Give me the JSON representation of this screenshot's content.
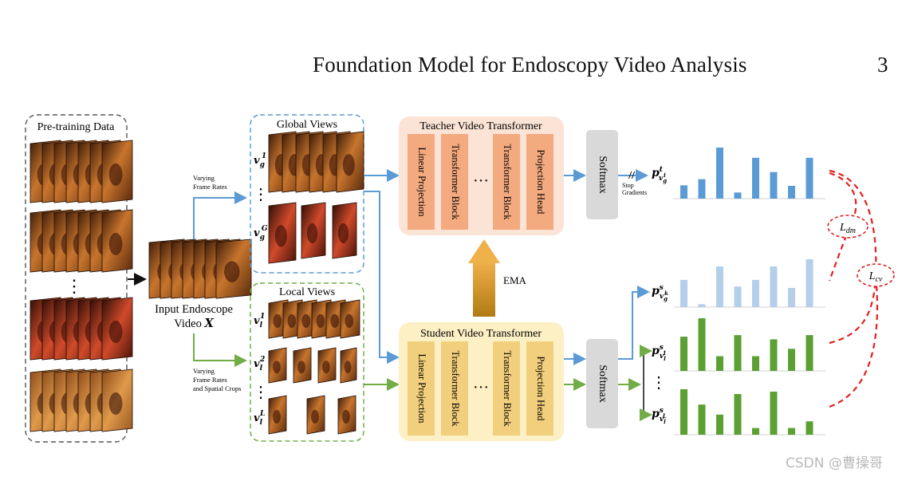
{
  "header": {
    "running_title": "Foundation Model for Endoscopy Video Analysis",
    "page_number": "3"
  },
  "pretraining": {
    "title": "Pre-training Data",
    "ellipsis": "⋮"
  },
  "input": {
    "line1": "Input Endoscope",
    "line2": "Video",
    "symbol": "X"
  },
  "global_views": {
    "title": "Global Views",
    "annotation_line1": "Varying",
    "annotation_line2": "Frame Rates",
    "v1_base": "v",
    "v1_sub": "g",
    "v1_sup": "1",
    "v2_base": "v",
    "v2_sub": "g",
    "v2_sup": "G",
    "ellipsis": "⋮"
  },
  "local_views": {
    "title": "Local Views",
    "annotation_line1": "Varying",
    "annotation_line2": "Frame Rates",
    "annotation_line3": "and Spatial Crops",
    "v1_base": "v",
    "v1_sub": "l",
    "v1_sup": "1",
    "v2_base": "v",
    "v2_sub": "l",
    "v2_sup": "2",
    "v3_base": "v",
    "v3_sub": "l",
    "v3_sup": "L",
    "ellipsis": "⋮"
  },
  "teacher": {
    "title": "Teacher Video Transformer",
    "blocks": [
      "Linear Projection",
      "Transformer Block",
      "Transformer Block",
      "Projection Head"
    ],
    "dots": "···",
    "softmax": "Softmax",
    "stop_line1": "Stop",
    "stop_line2": "Gradients",
    "stop_mark": "//",
    "color_box": "#fbe3d6",
    "color_block": "#f4aa7f"
  },
  "student": {
    "title": "Student Video Transformer",
    "blocks": [
      "Linear Projection",
      "Transformer Block",
      "Transformer Block",
      "Projection Head"
    ],
    "dots": "···",
    "softmax": "Softmax",
    "color_box": "#fdf0c4",
    "color_block": "#f2cf7c"
  },
  "ema": {
    "label": "EMA"
  },
  "outputs": {
    "teacher_label": {
      "base": "p",
      "sup": "t",
      "sub": "v",
      "subsub": "g",
      "subsup": "i"
    },
    "student_global_label": {
      "base": "p",
      "sup": "s",
      "sub": "v",
      "subsub": "g",
      "subsup": "k"
    },
    "student_local1_label": {
      "base": "p",
      "sup": "s",
      "sub": "v",
      "subsub": "l",
      "subsup": "1"
    },
    "student_localL_label": {
      "base": "p",
      "sup": "s",
      "sub": "v",
      "subsub": "l",
      "subsup": "L"
    },
    "ellipsis": "⋮"
  },
  "losses": {
    "dm": {
      "base": "L",
      "sub": "dm"
    },
    "cv": {
      "base": "L",
      "sub": "cv"
    }
  },
  "histograms": {
    "teacher": [
      0.26,
      0.38,
      1.0,
      0.12,
      0.8,
      0.52,
      0.25,
      0.8
    ],
    "student_global": [
      0.57,
      0.06,
      0.85,
      0.43,
      0.57,
      0.85,
      0.4,
      1.0
    ],
    "student_local1": [
      0.65,
      1.0,
      0.28,
      0.68,
      0.28,
      0.6,
      0.42,
      0.68
    ],
    "student_localL": [
      0.95,
      0.63,
      0.42,
      0.85,
      0.14,
      0.9,
      0.14,
      0.28
    ],
    "color_teacher": "#5b9bd5",
    "color_student_global": "#b4cfe9",
    "color_student_local": "#5aa033"
  },
  "colors": {
    "blue_arrow": "#5b9bd5",
    "green_arrow": "#70ad47",
    "loss_red": "#e41f1f",
    "softmax_gray": "#d9d9d9",
    "ema_top": "#e9a53a",
    "ema_bottom": "#c8901c"
  },
  "watermark": "CSDN @曹操哥"
}
